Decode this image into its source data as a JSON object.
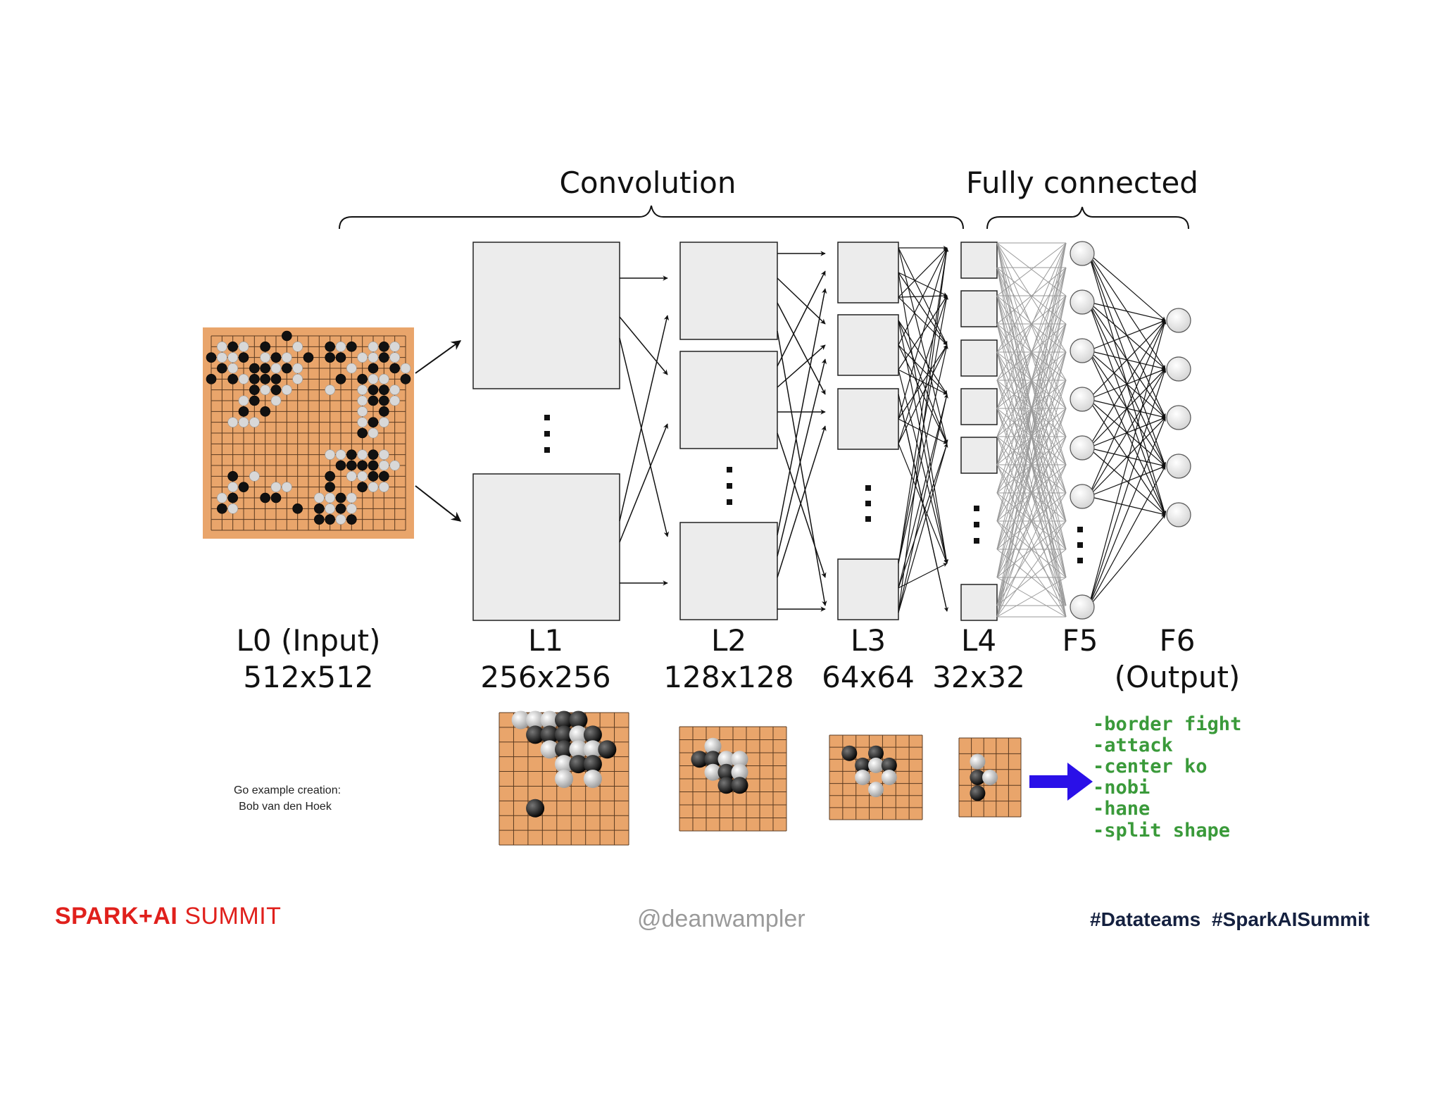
{
  "sections": {
    "convolution": "Convolution",
    "fully_connected": "Fully connected"
  },
  "layers": [
    {
      "name": "L0 (Input)",
      "size": "512x512"
    },
    {
      "name": "L1",
      "size": "256x256"
    },
    {
      "name": "L2",
      "size": "128x128"
    },
    {
      "name": "L3",
      "size": "64x64"
    },
    {
      "name": "L4",
      "size": "32x32"
    },
    {
      "name": "F5",
      "size": ""
    },
    {
      "name": "F6",
      "size": "(Output)"
    }
  ],
  "outputs": [
    "-border fight",
    "-attack",
    "-center ko",
    "-nobi",
    "-hane",
    "-split shape"
  ],
  "credit": {
    "line1": "Go example creation:",
    "line2": "Bob van den Hoek"
  },
  "footer": {
    "brand_bold": "SPARK+AI",
    "brand_light": "SUMMIT",
    "handle": "@deanwampler",
    "tags": "#Datateams #SparkAISummit"
  },
  "colors": {
    "board": "#e9a56b",
    "box_fill": "#ececec",
    "output_text": "#3a9a3a",
    "arrow_blue": "#2a10e8",
    "brand_red": "#e0201c",
    "tags_navy": "#14203f"
  }
}
